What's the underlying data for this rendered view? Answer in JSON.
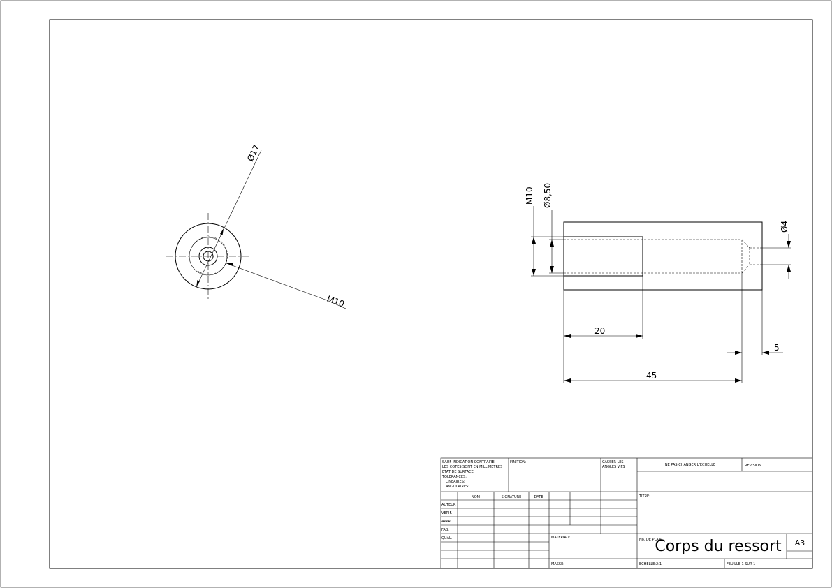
{
  "views": {
    "front": {
      "dim_outer": "Ø17",
      "dim_thread": "M10"
    },
    "side": {
      "dim_thread": "M10",
      "dim_bore": "Ø8,50",
      "dim_hole": "Ø4",
      "dim_thread_length": "20",
      "dim_chamfer": "5",
      "dim_total_length": "45"
    }
  },
  "title_block": {
    "general_note": [
      "SAUF INDICATION CONTRAIRE:",
      "LES COTES SONT EN MILLIMETRES",
      "ETAT DE SURFACE:",
      "TOLERANCES:",
      "LINEAIRES:",
      "ANGULAIRES:"
    ],
    "finish_label": "FINITION:",
    "edges_label": [
      "CASSER LES",
      "ANGLES VIFS"
    ],
    "scale_warning": "NE PAS CHANGER L'ECHELLE",
    "revision_label": "REVISION",
    "columns": [
      "NOM",
      "SIGNATURE",
      "DATE"
    ],
    "rows": [
      "AUTEUR",
      "VERIF.",
      "APPR.",
      "FAB.",
      "QUAL."
    ],
    "title_label": "TITRE:",
    "material_label": "MATERIAU:",
    "drawing_number_label": "No. DE PLAN",
    "drawing_title": "Corps du ressort",
    "format": "A3",
    "mass_label": "MASSE:",
    "scale": "ECHELLE:2:1",
    "sheet": "FEUILLE 1 SUR 1"
  }
}
